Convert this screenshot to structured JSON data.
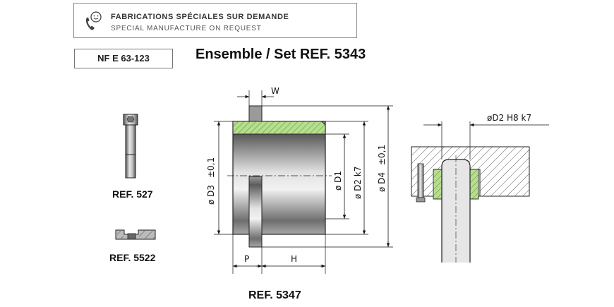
{
  "banner": {
    "line1": "FABRICATIONS SPÉCIALES SUR DEMANDE",
    "line2": "SPECIAL MANUFACTURE ON REQUEST"
  },
  "norm": "NF E 63-123",
  "title": "Ensemble / Set  REF. 5343",
  "refs": {
    "screw": "REF. 527",
    "clamp": "REF. 5522",
    "bushing": "REF. 5347"
  },
  "dimensions": {
    "w": "W",
    "p": "P",
    "h": "H",
    "d1": "ø D1",
    "d2": "ø D2 k7",
    "d3": "ø D3",
    "d3_tol": "±0,1",
    "d4": "ø D4",
    "d4_tol": "±0,1",
    "d2_fit": "øD2 H8 k7"
  },
  "colors": {
    "accent_green": "#b5e08a",
    "steel_dark": "#5a5a5a",
    "steel_light": "#d8d8d8",
    "outline": "#111111"
  }
}
